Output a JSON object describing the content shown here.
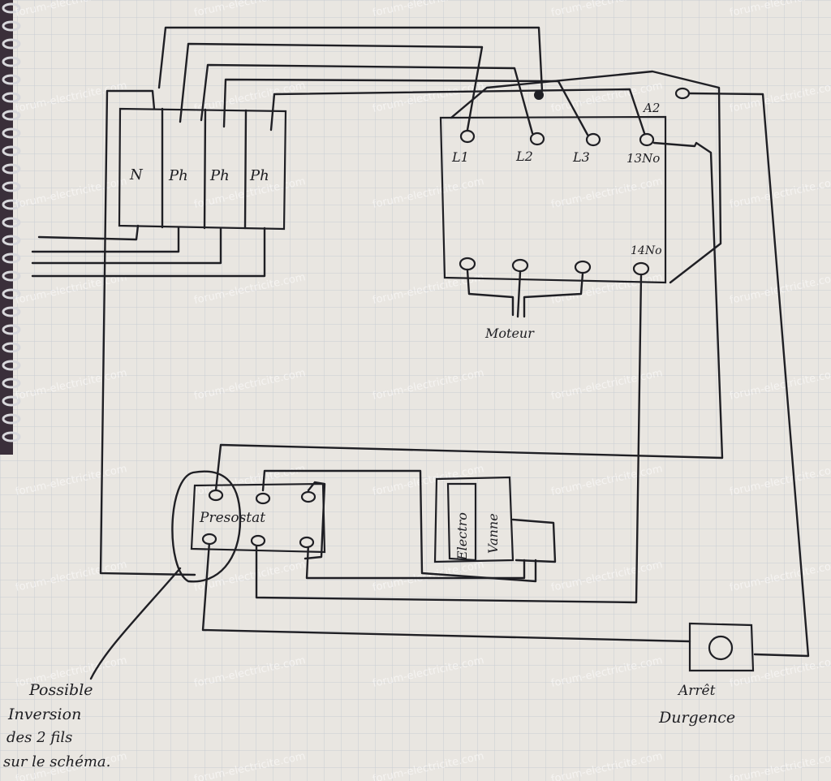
{
  "breaker": {
    "labels": [
      "N",
      "Ph",
      "Ph",
      "Ph"
    ]
  },
  "contactor": {
    "terminals_top": [
      "L1",
      "L2",
      "L3",
      "13No"
    ],
    "coil": "A2",
    "terminal_14": "14No"
  },
  "motor": {
    "label": "Moteur"
  },
  "pressostat": {
    "label": "Presostat"
  },
  "valve": {
    "line1": "Electro",
    "line2": "Vanne"
  },
  "estop": {
    "line1": "Arrêt",
    "line2": "Durgence"
  },
  "note": {
    "lines": [
      "Possible",
      "Inversion",
      "des 2 fils",
      "sur le schéma."
    ]
  },
  "watermark": {
    "text": "forum-electricite.com"
  },
  "colors": {
    "paper": "#e9e6e1",
    "grid": "#c9cdd4",
    "ink": "#1f1f24",
    "binding": "#3a2f3a"
  }
}
